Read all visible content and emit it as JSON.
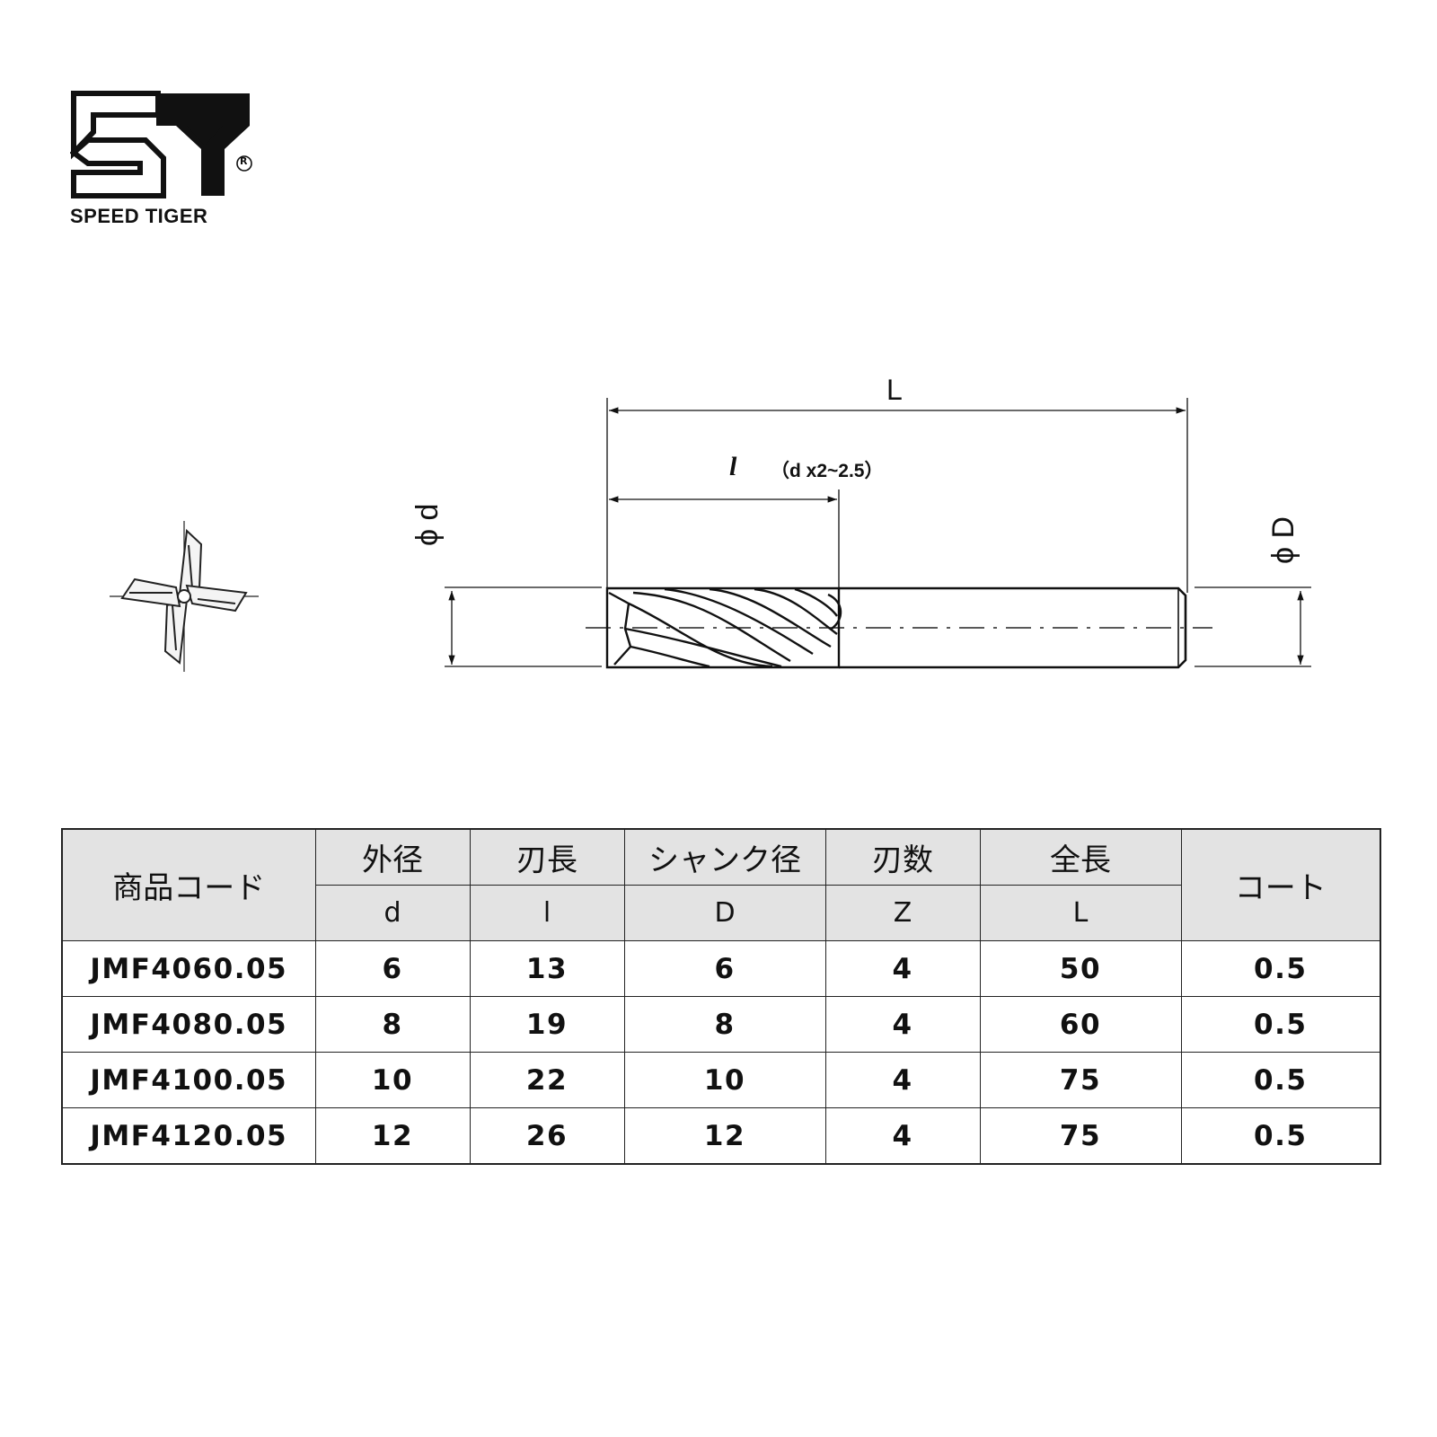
{
  "brand": {
    "name": "SPEED TIGER",
    "registered_mark": "R"
  },
  "drawing": {
    "overall_length_label": "L",
    "flute_length_label": "l",
    "flute_length_note": "（d x2~2.5）",
    "cutter_diameter_label": "ϕ d",
    "shank_diameter_label": "ϕ D"
  },
  "table": {
    "product_code_header": "商品コード",
    "columns": [
      {
        "ja": "外径",
        "symbol": "d"
      },
      {
        "ja": "刃長",
        "symbol": "l"
      },
      {
        "ja": "シャンク径",
        "symbol": "D"
      },
      {
        "ja": "刃数",
        "symbol": "Z"
      },
      {
        "ja": "全長",
        "symbol": "L"
      }
    ],
    "coat_header": "コート",
    "rows": [
      {
        "code": "JMF4060.05",
        "d": "6",
        "l": "13",
        "D": "6",
        "Z": "4",
        "L": "50",
        "coat": "0.5"
      },
      {
        "code": "JMF4080.05",
        "d": "8",
        "l": "19",
        "D": "8",
        "Z": "4",
        "L": "60",
        "coat": "0.5"
      },
      {
        "code": "JMF4100.05",
        "d": "10",
        "l": "22",
        "D": "10",
        "Z": "4",
        "L": "75",
        "coat": "0.5"
      },
      {
        "code": "JMF4120.05",
        "d": "12",
        "l": "26",
        "D": "12",
        "Z": "4",
        "L": "75",
        "coat": "0.5"
      }
    ]
  },
  "colors": {
    "header_background": "#e3e3e3",
    "line": "#222222"
  }
}
